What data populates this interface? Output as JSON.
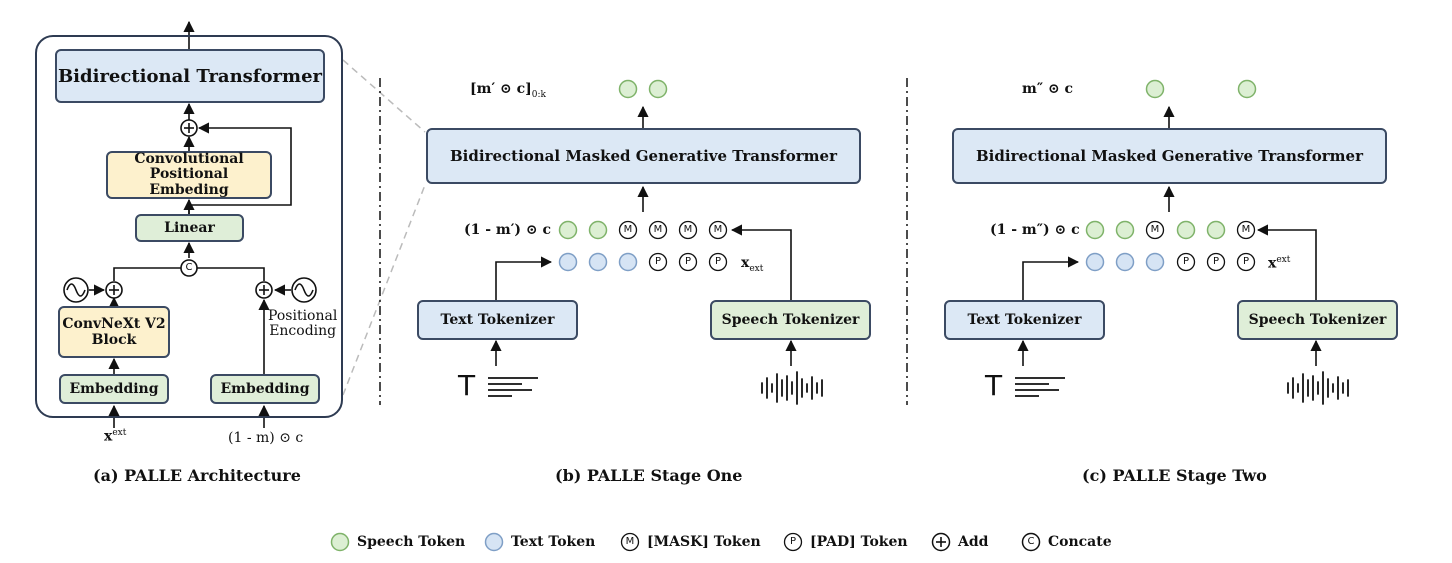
{
  "panel_a": {
    "bidirectional_transformer": "Bidirectional Transformer",
    "conv_pos_embedding_line1": "Convolutional",
    "conv_pos_embedding_line2": "Positional Embeding",
    "linear": "Linear",
    "convnext_line1": "ConvNeXt V2",
    "convnext_line2": "Block",
    "embedding_left": "Embedding",
    "embedding_right": "Embedding",
    "positional_encoding_line1": "Positional",
    "positional_encoding_line2": "Encoding",
    "input_left_base": "x",
    "input_left_sup": "ext",
    "input_right": "(1 - m) ⊙ c",
    "caption": "(a)  PALLE Architecture"
  },
  "panel_b": {
    "transformer": "Bidirectional Masked Generative Transformer",
    "output_label_base": "[m′ ⊙ c]",
    "output_label_sub": "0:k",
    "input_label": "(1 - m′) ⊙ c",
    "xext_base": "x",
    "xext_sub": "ext",
    "text_tokenizer": "Text Tokenizer",
    "speech_tokenizer": "Speech Tokenizer",
    "caption": "(b)  PALLE Stage One"
  },
  "panel_c": {
    "transformer": "Bidirectional Masked Generative Transformer",
    "output_label": "m″ ⊙ c",
    "input_label": "(1 - m″) ⊙ c",
    "xext_base": "x",
    "xext_sup": "ext",
    "text_tokenizer": "Text Tokenizer",
    "speech_tokenizer": "Speech Tokenizer",
    "caption": "(c)  PALLE Stage Two"
  },
  "glyphs": {
    "mask": "M",
    "pad": "P",
    "concat": "C",
    "add": "+",
    "text_icon": "T"
  },
  "legend": {
    "speech": "Speech Token",
    "text": "Text Token",
    "mask": "[MASK] Token",
    "pad": "[PAD] Token",
    "add": "Add",
    "concat": "Concate"
  },
  "colors": {
    "speech_token": "#dcefd3",
    "speech_token_stroke": "#7fb36a",
    "text_token": "#d6e4f4",
    "text_token_stroke": "#7f9fc6",
    "box_blue": "#dce8f5",
    "box_green": "#dfeed8",
    "box_yellow": "#fdf1cd"
  }
}
